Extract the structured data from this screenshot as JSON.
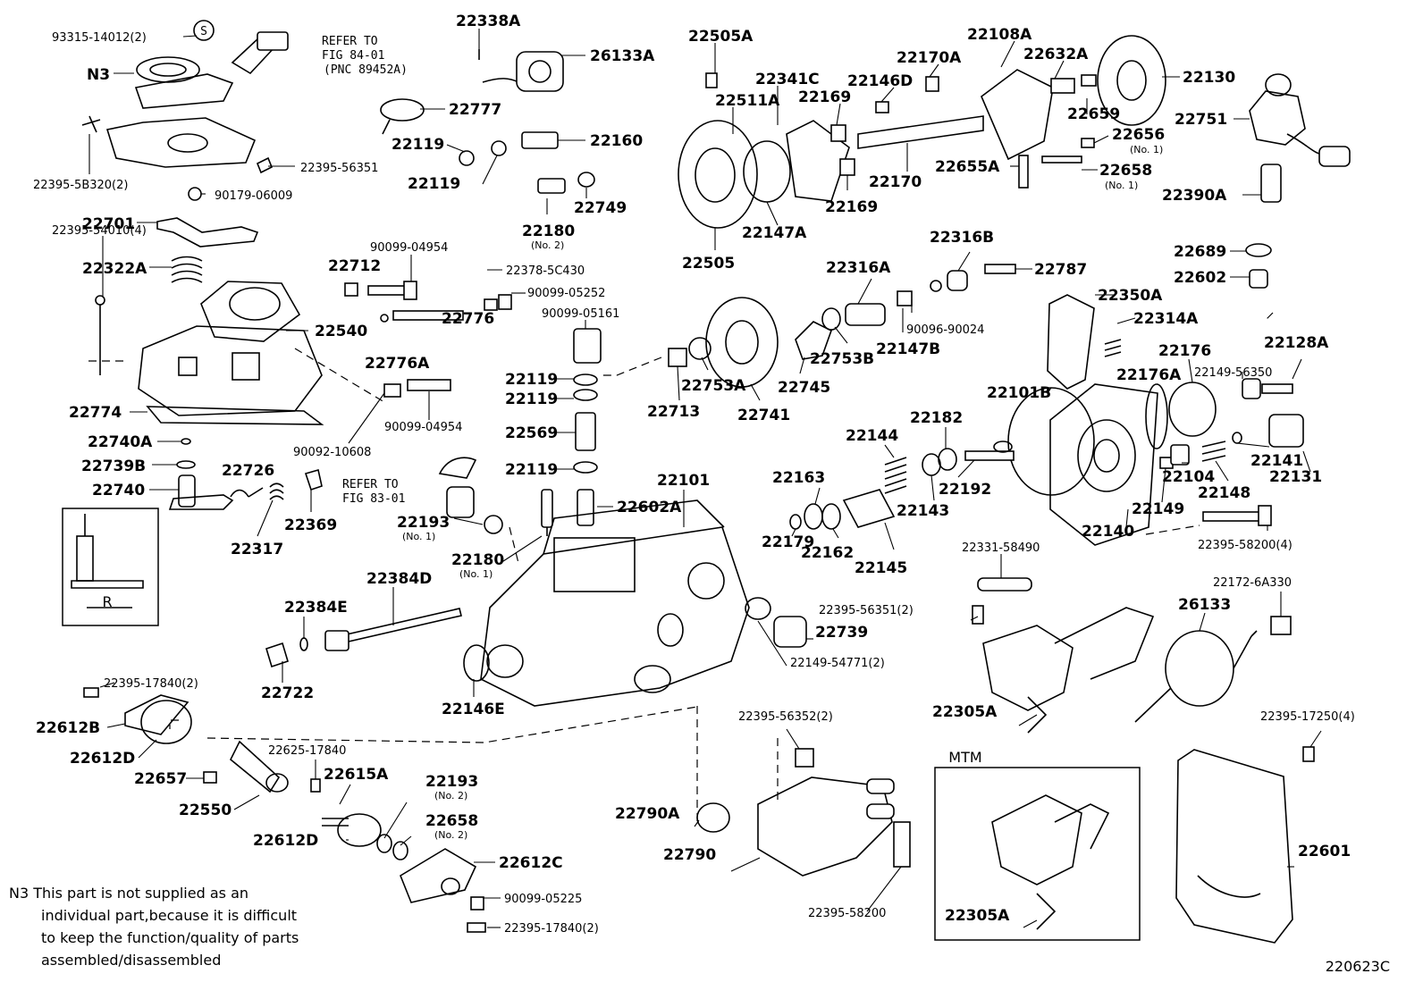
{
  "diagram_code": "220623C",
  "inset_box_label": "MTM",
  "inset_r_label": "R",
  "stamp_s": "S",
  "refs": [
    {
      "line1": "REFER TO",
      "line2": "FIG 84-01",
      "line3": "(PNC 89452A)"
    },
    {
      "line1": "REFER TO",
      "line2": "FIG 83-01",
      "line3": ""
    }
  ],
  "footnote": {
    "lines": [
      "N3 This part is not supplied as an",
      "individual part,because it is difficult",
      "to keep the function/quality of parts",
      "assembled/disassembled"
    ]
  },
  "callouts": [
    {
      "text": "93315-14012(2)",
      "sub": ""
    },
    {
      "text": "N3",
      "sub": ""
    },
    {
      "text": "22395-5B320(2)",
      "sub": ""
    },
    {
      "text": "22395-56351",
      "sub": ""
    },
    {
      "text": "90179-06009",
      "sub": ""
    },
    {
      "text": "22701",
      "sub": ""
    },
    {
      "text": "22322A",
      "sub": ""
    },
    {
      "text": "22395-54010(4)",
      "sub": ""
    },
    {
      "text": "22540",
      "sub": ""
    },
    {
      "text": "22774",
      "sub": ""
    },
    {
      "text": "22740A",
      "sub": ""
    },
    {
      "text": "22739B",
      "sub": ""
    },
    {
      "text": "22740",
      "sub": ""
    },
    {
      "text": "22726",
      "sub": ""
    },
    {
      "text": "22317",
      "sub": ""
    },
    {
      "text": "22369",
      "sub": ""
    },
    {
      "text": "22338A",
      "sub": ""
    },
    {
      "text": "26133A",
      "sub": ""
    },
    {
      "text": "22777",
      "sub": ""
    },
    {
      "text": "22119",
      "sub": ""
    },
    {
      "text": "22119",
      "sub": ""
    },
    {
      "text": "22160",
      "sub": ""
    },
    {
      "text": "22180",
      "sub": "(No. 2)"
    },
    {
      "text": "22749",
      "sub": ""
    },
    {
      "text": "22712",
      "sub": ""
    },
    {
      "text": "90099-04954",
      "sub": ""
    },
    {
      "text": "22378-5C430",
      "sub": ""
    },
    {
      "text": "90099-05252",
      "sub": ""
    },
    {
      "text": "22776",
      "sub": ""
    },
    {
      "text": "22776A",
      "sub": ""
    },
    {
      "text": "90099-05161",
      "sub": ""
    },
    {
      "text": "22119",
      "sub": ""
    },
    {
      "text": "22119",
      "sub": ""
    },
    {
      "text": "90099-04954",
      "sub": ""
    },
    {
      "text": "90092-10608",
      "sub": ""
    },
    {
      "text": "22569",
      "sub": ""
    },
    {
      "text": "22119",
      "sub": ""
    },
    {
      "text": "22602A",
      "sub": ""
    },
    {
      "text": "22193",
      "sub": "(No. 1)"
    },
    {
      "text": "22180",
      "sub": "(No. 1)"
    },
    {
      "text": "22101",
      "sub": ""
    },
    {
      "text": "22384D",
      "sub": ""
    },
    {
      "text": "22384E",
      "sub": ""
    },
    {
      "text": "22722",
      "sub": ""
    },
    {
      "text": "22146E",
      "sub": ""
    },
    {
      "text": "22395-17840(2)",
      "sub": ""
    },
    {
      "text": "22612B",
      "sub": ""
    },
    {
      "text": "22612D",
      "sub": ""
    },
    {
      "text": "22657",
      "sub": ""
    },
    {
      "text": "22550",
      "sub": ""
    },
    {
      "text": "22625-17840",
      "sub": ""
    },
    {
      "text": "22615A",
      "sub": ""
    },
    {
      "text": "22193",
      "sub": "(No. 2)"
    },
    {
      "text": "22658",
      "sub": "(No. 2)"
    },
    {
      "text": "22612D",
      "sub": ""
    },
    {
      "text": "22612C",
      "sub": ""
    },
    {
      "text": "90099-05225",
      "sub": ""
    },
    {
      "text": "22395-17840(2)",
      "sub": ""
    },
    {
      "text": "22505A",
      "sub": ""
    },
    {
      "text": "22341C",
      "sub": ""
    },
    {
      "text": "22511A",
      "sub": ""
    },
    {
      "text": "22169",
      "sub": ""
    },
    {
      "text": "22146D",
      "sub": ""
    },
    {
      "text": "22170A",
      "sub": ""
    },
    {
      "text": "22108A",
      "sub": ""
    },
    {
      "text": "22632A",
      "sub": ""
    },
    {
      "text": "22130",
      "sub": ""
    },
    {
      "text": "22659",
      "sub": ""
    },
    {
      "text": "22170",
      "sub": ""
    },
    {
      "text": "22169",
      "sub": ""
    },
    {
      "text": "22147A",
      "sub": ""
    },
    {
      "text": "22505",
      "sub": ""
    },
    {
      "text": "22656",
      "sub": "(No. 1)"
    },
    {
      "text": "22655A",
      "sub": ""
    },
    {
      "text": "22658",
      "sub": "(No. 1)"
    },
    {
      "text": "22751",
      "sub": ""
    },
    {
      "text": "22390A",
      "sub": ""
    },
    {
      "text": "22316B",
      "sub": ""
    },
    {
      "text": "22787",
      "sub": ""
    },
    {
      "text": "22316A",
      "sub": ""
    },
    {
      "text": "90096-90024",
      "sub": ""
    },
    {
      "text": "22147B",
      "sub": ""
    },
    {
      "text": "22753B",
      "sub": ""
    },
    {
      "text": "22745",
      "sub": ""
    },
    {
      "text": "22741",
      "sub": ""
    },
    {
      "text": "22753A",
      "sub": ""
    },
    {
      "text": "22713",
      "sub": ""
    },
    {
      "text": "22689",
      "sub": ""
    },
    {
      "text": "22602",
      "sub": ""
    },
    {
      "text": "22350A",
      "sub": ""
    },
    {
      "text": "22314A",
      "sub": ""
    },
    {
      "text": "22176",
      "sub": ""
    },
    {
      "text": "22128A",
      "sub": ""
    },
    {
      "text": "22176A",
      "sub": ""
    },
    {
      "text": "22149-56350",
      "sub": ""
    },
    {
      "text": "22101B",
      "sub": ""
    },
    {
      "text": "22144",
      "sub": ""
    },
    {
      "text": "22182",
      "sub": ""
    },
    {
      "text": "22192",
      "sub": ""
    },
    {
      "text": "22143",
      "sub": ""
    },
    {
      "text": "22163",
      "sub": ""
    },
    {
      "text": "22162",
      "sub": ""
    },
    {
      "text": "22145",
      "sub": ""
    },
    {
      "text": "22179",
      "sub": ""
    },
    {
      "text": "22140",
      "sub": ""
    },
    {
      "text": "22104",
      "sub": ""
    },
    {
      "text": "22141",
      "sub": ""
    },
    {
      "text": "22131",
      "sub": ""
    },
    {
      "text": "22148",
      "sub": ""
    },
    {
      "text": "22149",
      "sub": ""
    },
    {
      "text": "22395-58200(4)",
      "sub": ""
    },
    {
      "text": "22331-58490",
      "sub": ""
    },
    {
      "text": "22395-56351(2)",
      "sub": ""
    },
    {
      "text": "22739",
      "sub": ""
    },
    {
      "text": "22149-54771(2)",
      "sub": ""
    },
    {
      "text": "22305A",
      "sub": ""
    },
    {
      "text": "26133",
      "sub": ""
    },
    {
      "text": "22172-6A330",
      "sub": ""
    },
    {
      "text": "22395-56352(2)",
      "sub": ""
    },
    {
      "text": "22395-17250(4)",
      "sub": ""
    },
    {
      "text": "22790A",
      "sub": ""
    },
    {
      "text": "22790",
      "sub": ""
    },
    {
      "text": "22395-58200",
      "sub": ""
    },
    {
      "text": "22305A",
      "sub": ""
    },
    {
      "text": "22601",
      "sub": ""
    }
  ]
}
